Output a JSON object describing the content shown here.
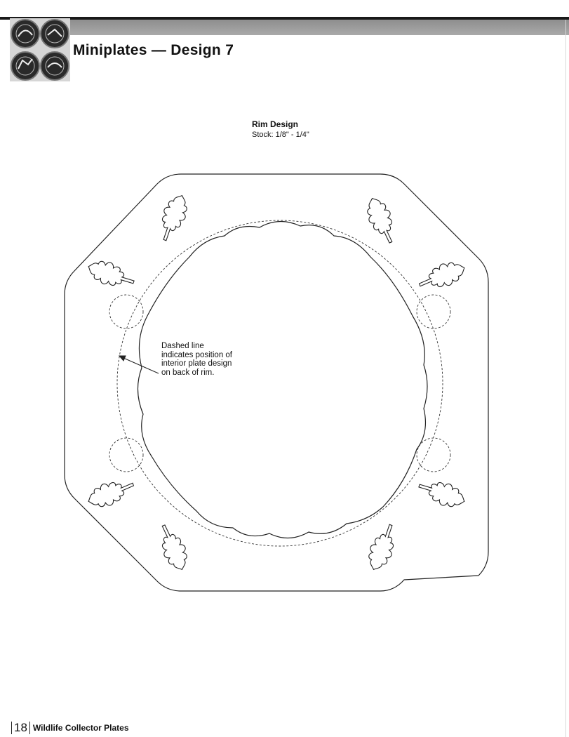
{
  "header": {
    "title": "Miniplates — Design 7"
  },
  "rim": {
    "title": "Rim Design",
    "stock": "Stock: 1/8\" - 1/4\""
  },
  "note": {
    "line1": "Dashed line",
    "line2": "indicates position of",
    "line3": "interior plate design",
    "line4": "on back of rim."
  },
  "footer": {
    "page_number": "18",
    "book_title": "Wildlife Collector Plates"
  },
  "icons": [
    "plate-thumbnail-icon",
    "oak-leaf-icon",
    "arrow-icon"
  ]
}
